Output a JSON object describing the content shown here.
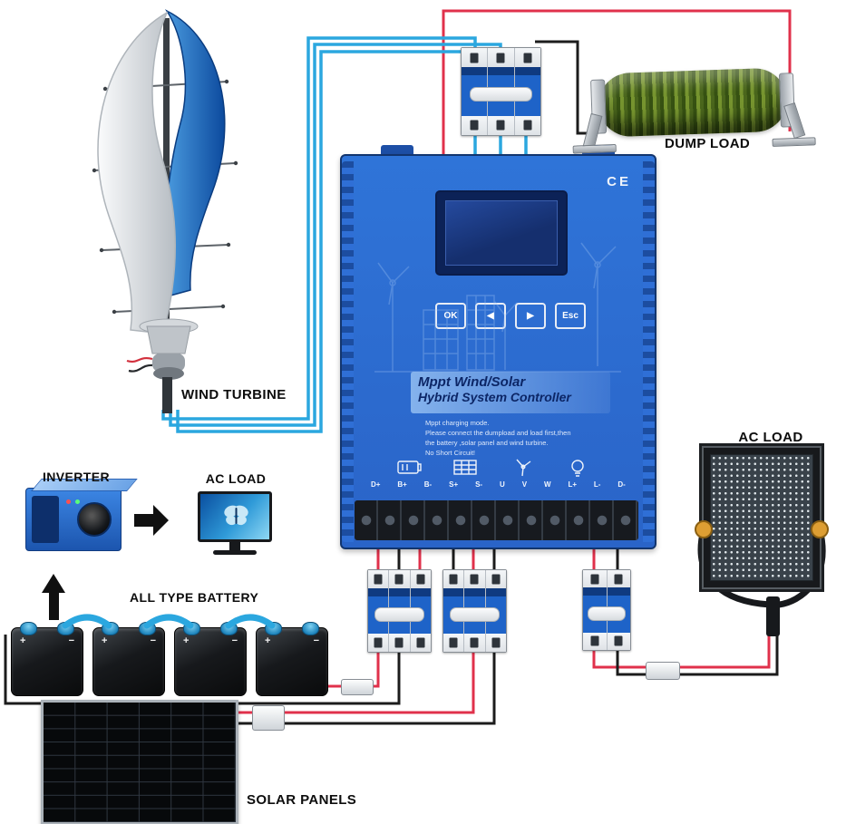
{
  "labels": {
    "wind_turbine": "WIND TURBINE",
    "dump_load": "DUMP LOAD",
    "inverter": "INVERTER",
    "ac_load_monitor": "AC LOAD",
    "ac_load_panel": "AC LOAD",
    "battery_bank": "ALL TYPE BATTERY",
    "solar_panels": "SOLAR PANELS"
  },
  "controller": {
    "ce_mark": "CE",
    "title_line1": "Mppt Wind/Solar",
    "title_line2": "Hybrid System Controller",
    "notes": [
      "Mppt charging mode.",
      "Please connect the dumpload and load first,then",
      "the battery ,solar panel and wind turbine.",
      "No Short Circuit!"
    ],
    "buttons": [
      "OK",
      "◀",
      "▶",
      "Esc"
    ],
    "terminals": [
      "D+",
      "B+",
      "B-",
      "S+",
      "S-",
      "U",
      "V",
      "W",
      "L+",
      "L-",
      "D-"
    ]
  },
  "battery_bank": {
    "plus": "+",
    "minus": "−"
  },
  "colors": {
    "controller_blue": "#2a6ad0",
    "breaker_blue": "#1e63c8",
    "wire_red": "#e0314b",
    "wire_blue": "#2ba7df",
    "wire_black": "#1c1c1c",
    "dump_load_green": "#4a661c",
    "mount_yellow": "#dd9e33"
  }
}
